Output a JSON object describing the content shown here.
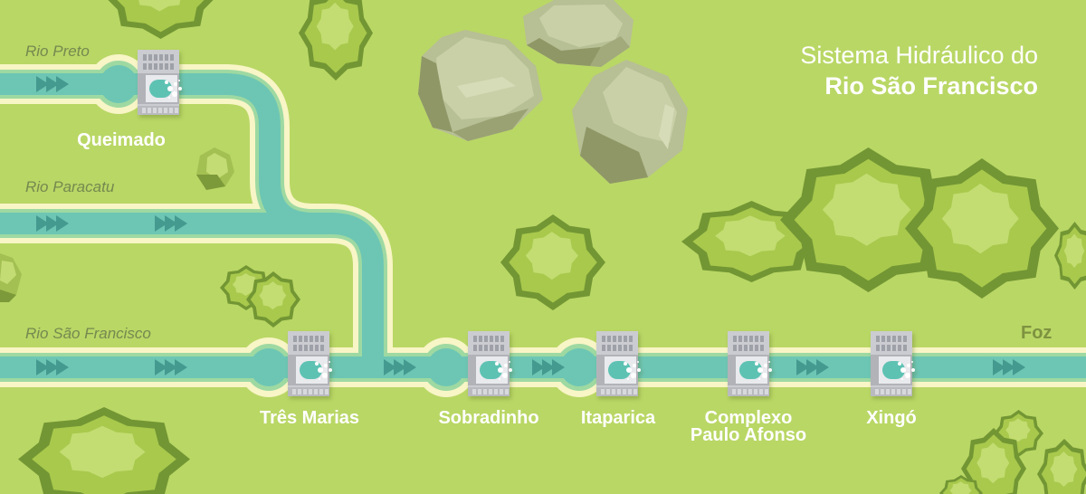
{
  "title": {
    "line1": "Sistema Hidráulico do",
    "line2": "Rio São Francisco"
  },
  "rivers": {
    "preto": {
      "label": "Rio Preto"
    },
    "paracatu": {
      "label": "Rio Paracatu"
    },
    "sao_francisco": {
      "label": "Rio São Francisco"
    },
    "foz": {
      "label": "Foz"
    }
  },
  "dams": [
    {
      "id": "queimado",
      "label": "Queimado"
    },
    {
      "id": "tres-marias",
      "label": "Três Marias"
    },
    {
      "id": "sobradinho",
      "label": "Sobradinho"
    },
    {
      "id": "itaparica",
      "label": "Itaparica"
    },
    {
      "id": "complexo-paulo-afonso",
      "label": "Complexo Paulo Afonso"
    },
    {
      "id": "xingo",
      "label": "Xingó"
    }
  ],
  "colors": {
    "background": "#b9d765",
    "river_water": "#6dc6b4",
    "river_glow": "#9ed9a2",
    "river_bank": "#f8f5c6",
    "flow_arrow": "#459a90",
    "bush_dark": "#739634",
    "bush_mid": "#a8c94c",
    "bush_light": "#c3dd72",
    "rock_mid": "#b7bf95",
    "rock_light": "#c9d0a8",
    "rock_dark": "#8f9766",
    "river_label": "#75894f",
    "foz_label": "#7e9340",
    "dam_label": "#ffffff",
    "title": "#ffffff",
    "dam_body": "#cbccd1",
    "dam_water": "#5ec2b3"
  }
}
